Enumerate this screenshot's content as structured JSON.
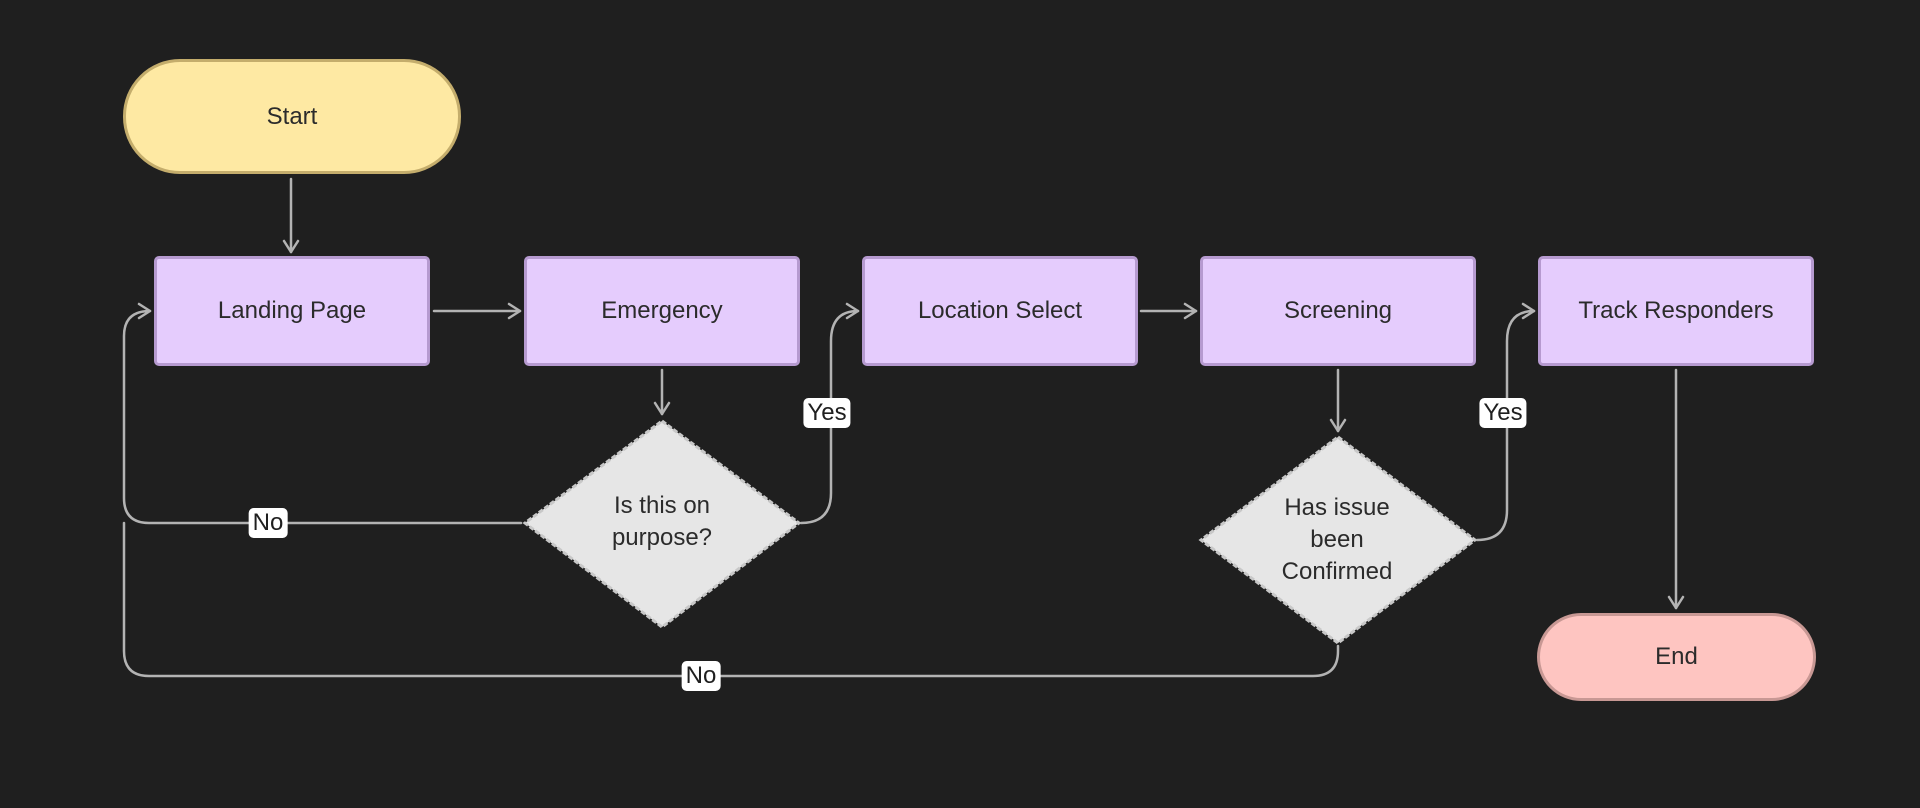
{
  "nodes": {
    "start": "Start",
    "landing_page": "Landing Page",
    "emergency": "Emergency",
    "location_select": "Location Select",
    "screening": "Screening",
    "track_responders": "Track Responders",
    "end": "End",
    "decision_on_purpose": "Is this on purpose?",
    "decision_confirmed": "Has issue been Confirmed"
  },
  "edge_labels": {
    "on_purpose_yes": "Yes",
    "on_purpose_no": "No",
    "confirmed_yes": "Yes",
    "confirmed_no": "No"
  },
  "colors": {
    "background": "#1f1f1f",
    "start_fill": "#fee9a3",
    "end_fill": "#fec5c1",
    "process_fill": "#e5ccfd",
    "decision_fill": "#e6e6e6",
    "connector": "#b3b3b3"
  }
}
